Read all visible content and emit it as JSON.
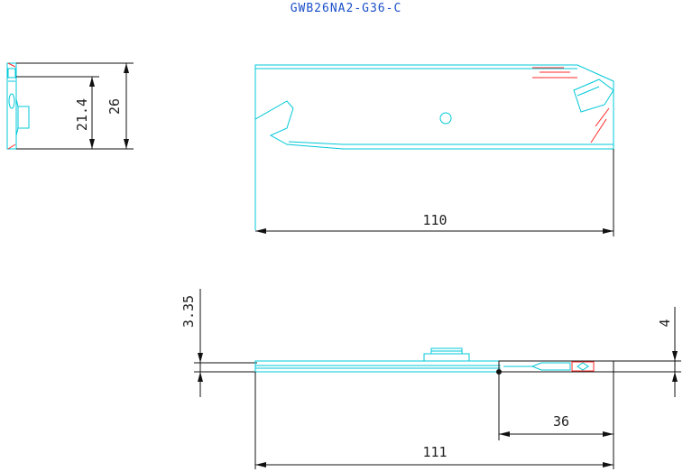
{
  "title": "GWB26NA2-G36-C",
  "dimensions": {
    "side_inner_height": "21.4",
    "side_total_height": "26",
    "top_length": "110",
    "bottom_left_thickness": "3.35",
    "bottom_right_thickness": "4",
    "insert_length": "36",
    "bottom_length": "111"
  },
  "colors": {
    "part_outline": "#00c8d8",
    "dimension_lines": "#111111",
    "hidden_lines": "#ff2a2a",
    "title_text": "#1a4fc9"
  }
}
